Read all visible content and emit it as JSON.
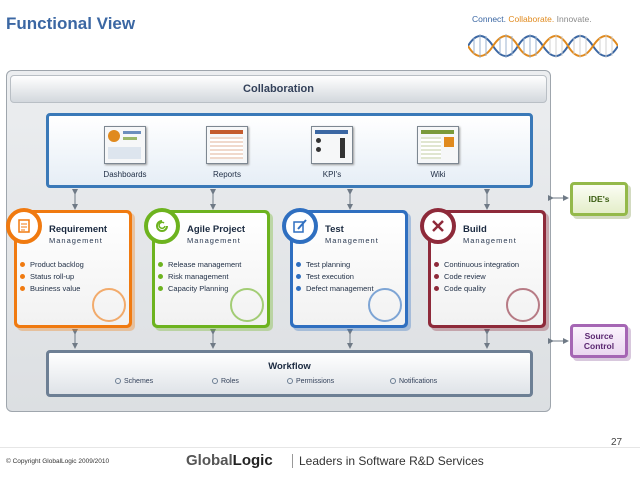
{
  "header": {
    "title": "Functional View",
    "tagline": {
      "connect": "Connect.",
      "collaborate": "Collaborate.",
      "innovate": "Innovate."
    }
  },
  "collaboration": {
    "label": "Collaboration"
  },
  "tools": [
    {
      "label": "Dashboards"
    },
    {
      "label": "Reports"
    },
    {
      "label": "KPI's"
    },
    {
      "label": "Wiki"
    }
  ],
  "cards": [
    {
      "title": "Requirement",
      "subtitle": "Management",
      "color": "#f07a10",
      "items": [
        "Product backlog",
        "Status roll-up",
        "Business value"
      ]
    },
    {
      "title": "Agile Project",
      "subtitle": "Management",
      "color": "#6db31f",
      "items": [
        "Release management",
        "Risk management",
        "Capacity Planning"
      ]
    },
    {
      "title": "Test",
      "subtitle": "Management",
      "color": "#2f6fc0",
      "items": [
        "Test planning",
        "Test execution",
        "Defect management"
      ]
    },
    {
      "title": "Build",
      "subtitle": "Management",
      "color": "#8e2a3a",
      "items": [
        "Continuous integration",
        "Code review",
        "Code quality"
      ]
    }
  ],
  "workflow": {
    "title": "Workflow",
    "items": [
      "Schemes",
      "Roles",
      "Permissions",
      "Notifications"
    ]
  },
  "side": {
    "ide": "IDE's",
    "source_control": [
      "Source",
      "Control"
    ]
  },
  "footer": {
    "copyright": "© Copyright GlobalLogic 2009/2010",
    "logo_a": "Global",
    "logo_b": "Logic",
    "slogan": "Leaders in Software R&D Services",
    "page": "27"
  },
  "colors": {
    "accent_blue": "#3b67a3",
    "accent_orange": "#e08a1e",
    "frame_blue": "#3a79b8"
  }
}
